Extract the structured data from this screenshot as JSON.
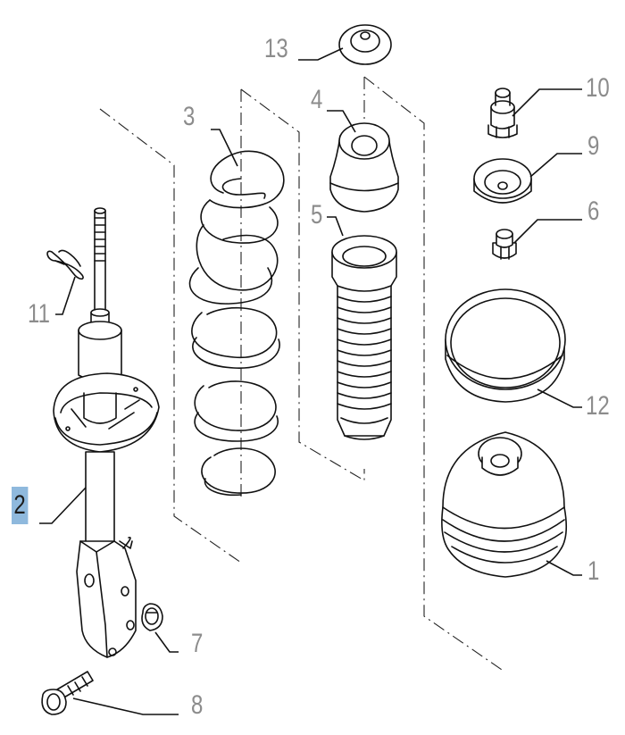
{
  "diagram": {
    "callouts": [
      {
        "id": "13",
        "label": "13",
        "active": false
      },
      {
        "id": "4",
        "label": "4",
        "active": false
      },
      {
        "id": "3",
        "label": "3",
        "active": false
      },
      {
        "id": "10",
        "label": "10",
        "active": false
      },
      {
        "id": "9",
        "label": "9",
        "active": false
      },
      {
        "id": "5",
        "label": "5",
        "active": false
      },
      {
        "id": "6",
        "label": "6",
        "active": false
      },
      {
        "id": "11",
        "label": "11",
        "active": false
      },
      {
        "id": "12",
        "label": "12",
        "active": false
      },
      {
        "id": "2",
        "label": "2",
        "active": true
      },
      {
        "id": "1",
        "label": "1",
        "active": false
      },
      {
        "id": "7",
        "label": "7",
        "active": false
      },
      {
        "id": "8",
        "label": "8",
        "active": false
      }
    ],
    "colors": {
      "line": "#111111",
      "label": "#8c8c8c",
      "highlight": "#8fb9dd",
      "highlight_text": "#1c1c1c"
    }
  }
}
